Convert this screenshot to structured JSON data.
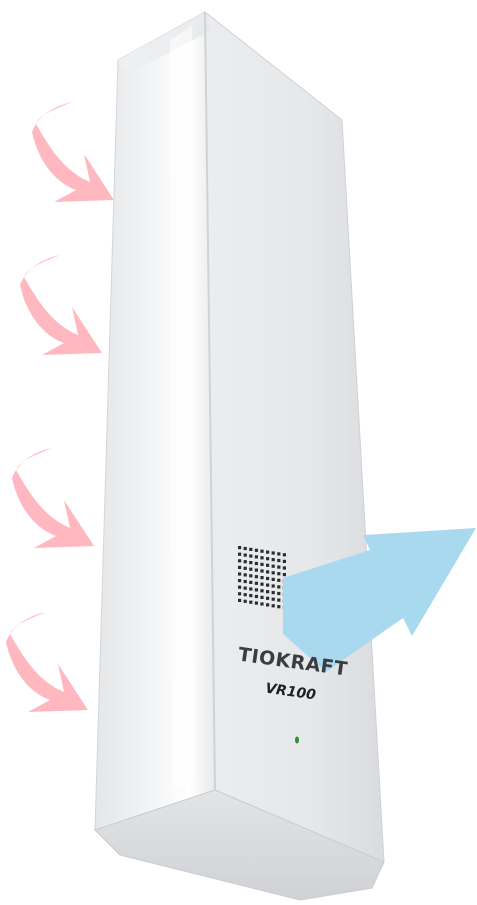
{
  "product": {
    "brand": "TIOKRAFT",
    "model": "VR100",
    "body_color": "#eceef0",
    "led_color": "#2f8f2f"
  },
  "airflow": {
    "intake_arrows": 4,
    "intake_color": "#ffb8c0",
    "outlet_arrows": 1,
    "outlet_color": "#a9d9ef"
  },
  "icons": {
    "intake": "curved-arrow-icon",
    "outlet": "straight-arrow-icon",
    "vent": "vent-grille-icon",
    "status": "led-indicator-icon"
  }
}
